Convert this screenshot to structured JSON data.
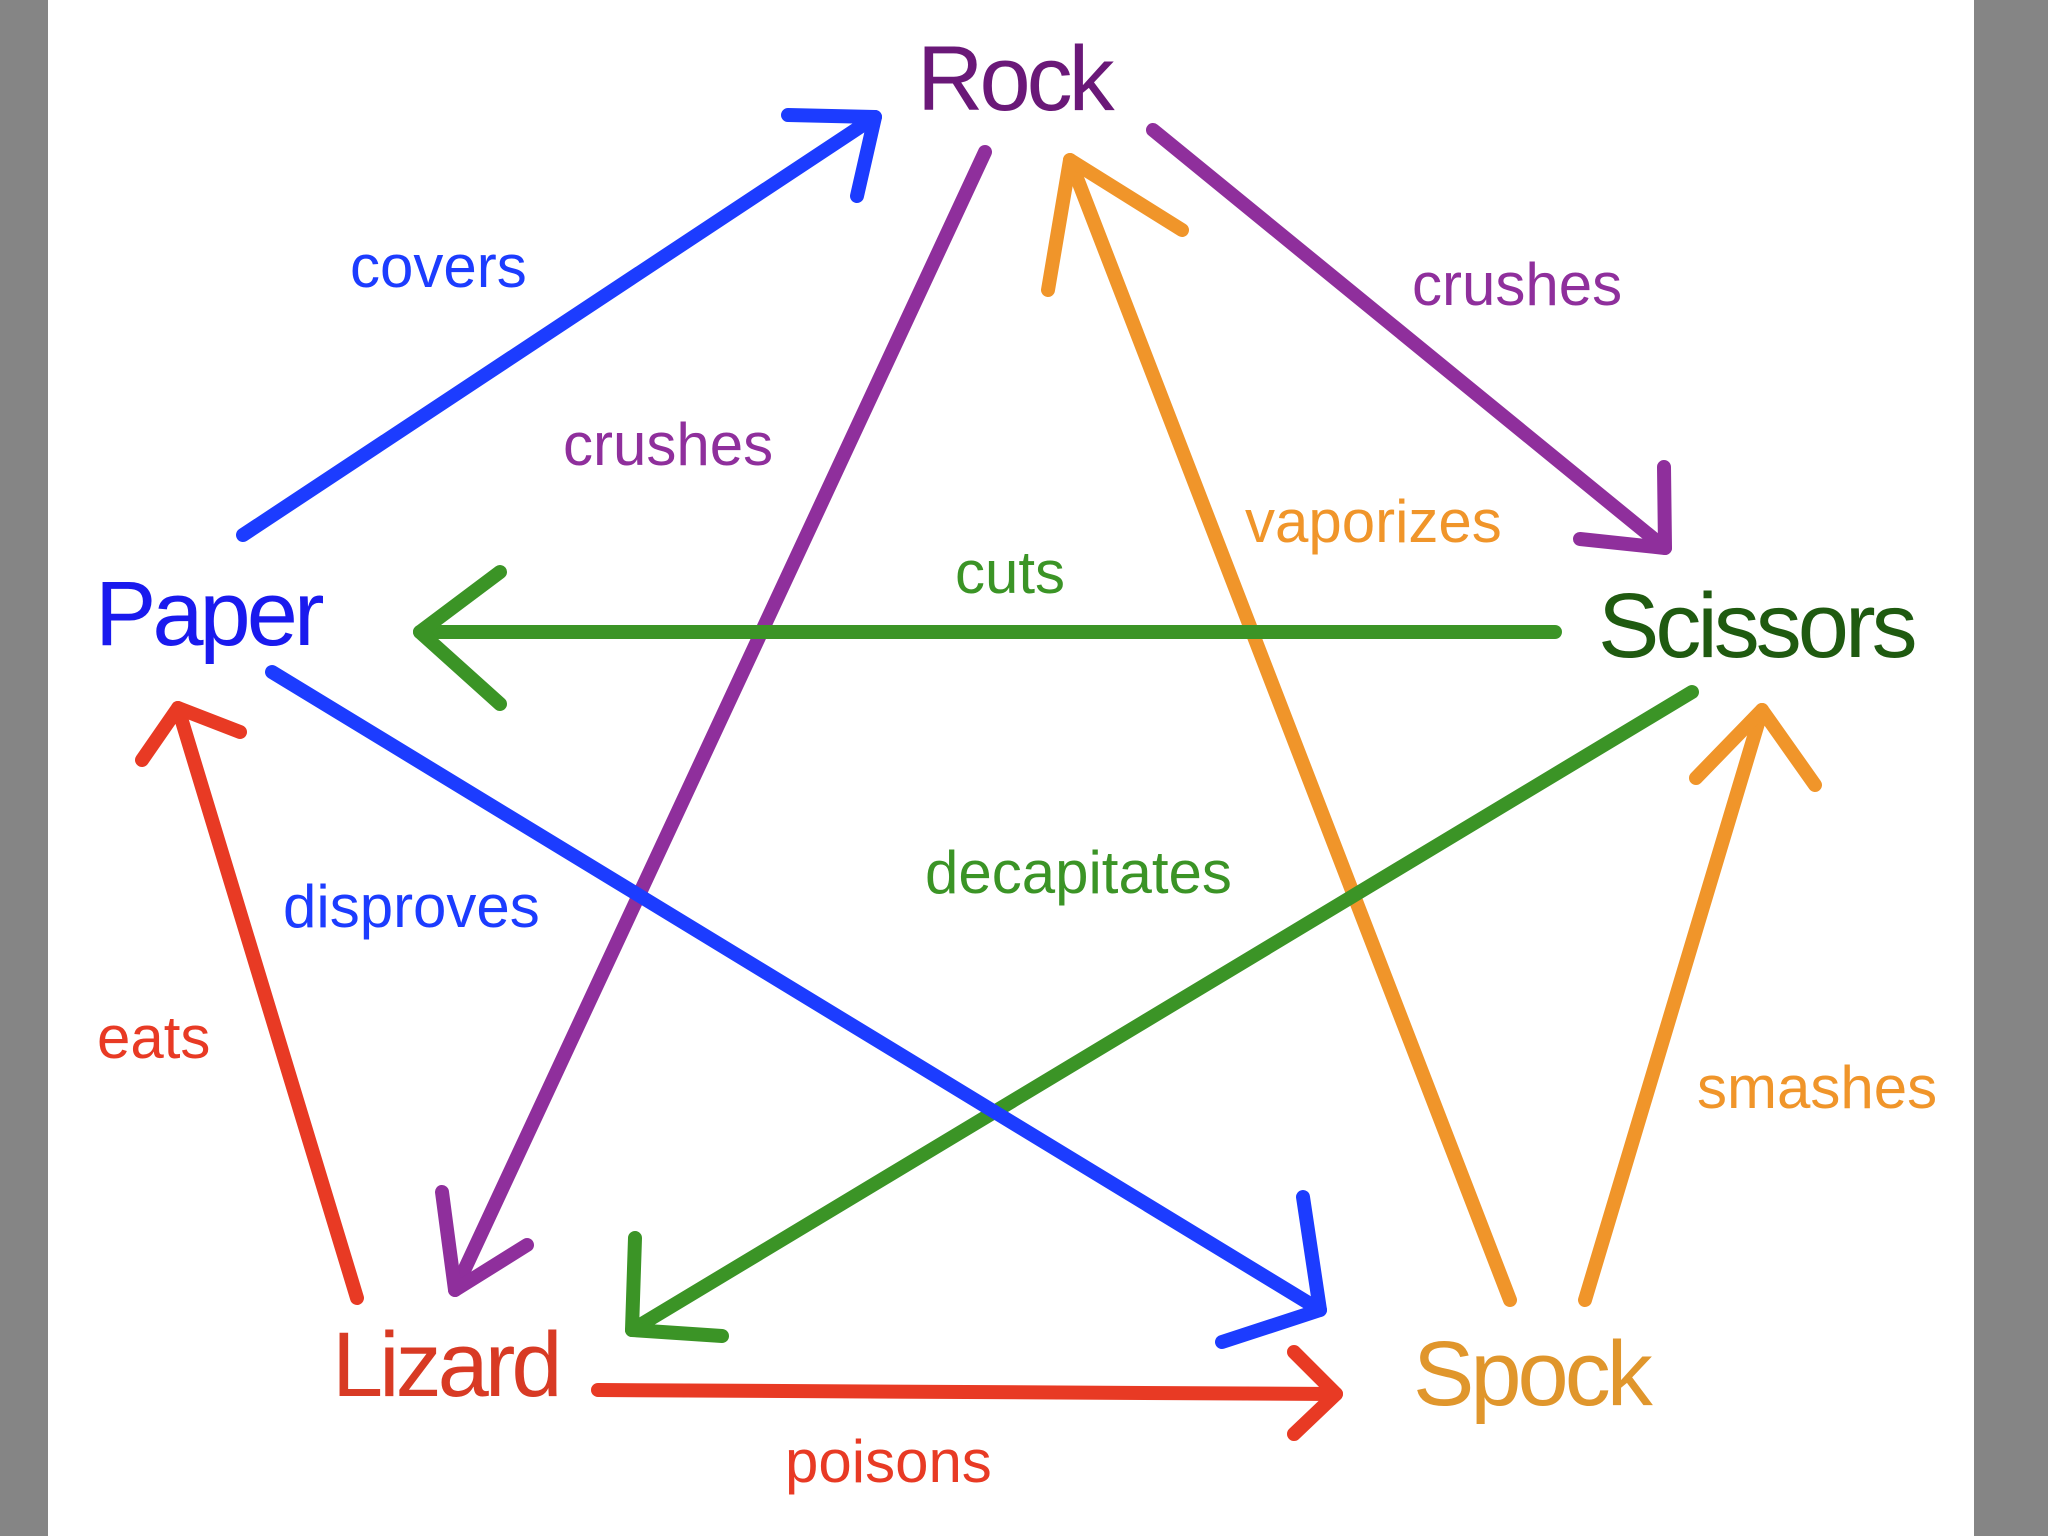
{
  "nodes": [
    {
      "id": "rock",
      "label": "Rock",
      "color": "#6a1878"
    },
    {
      "id": "paper",
      "label": "Paper",
      "color": "#1a1aee"
    },
    {
      "id": "scissors",
      "label": "Scissors",
      "color": "#1f5a10"
    },
    {
      "id": "lizard",
      "label": "Lizard",
      "color": "#d83a24"
    },
    {
      "id": "spock",
      "label": "Spock",
      "color": "#e0962c"
    }
  ],
  "edges": [
    {
      "from": "paper",
      "to": "rock",
      "label": "covers",
      "color": "#1c3cff"
    },
    {
      "from": "rock",
      "to": "scissors",
      "label": "crushes",
      "color": "#8f2f9c"
    },
    {
      "from": "rock",
      "to": "lizard",
      "label": "crushes",
      "color": "#8f2f9c"
    },
    {
      "from": "spock",
      "to": "rock",
      "label": "vaporizes",
      "color": "#f0952a"
    },
    {
      "from": "scissors",
      "to": "paper",
      "label": "cuts",
      "color": "#3b9426"
    },
    {
      "from": "scissors",
      "to": "lizard",
      "label": "decapitates",
      "color": "#3b9426"
    },
    {
      "from": "paper",
      "to": "spock",
      "label": "disproves",
      "color": "#1c3cff"
    },
    {
      "from": "lizard",
      "to": "paper",
      "label": "eats",
      "color": "#e83a24"
    },
    {
      "from": "lizard",
      "to": "spock",
      "label": "poisons",
      "color": "#e83a24"
    },
    {
      "from": "spock",
      "to": "scissors",
      "label": "smashes",
      "color": "#f0952a"
    }
  ]
}
